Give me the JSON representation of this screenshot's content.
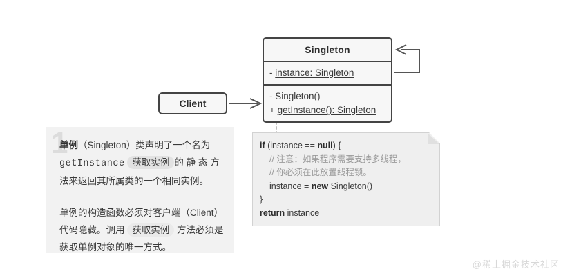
{
  "diagram": {
    "type": "uml-class-diagram",
    "title": "Singleton pattern structure",
    "background_color": "#ffffff",
    "stroke_color": "#444444"
  },
  "uml_class": {
    "name": "Singleton",
    "attributes": [
      {
        "visibility": "-",
        "text": "instance: Singleton",
        "static": true
      }
    ],
    "methods": [
      {
        "visibility": "-",
        "text": "Singleton()",
        "static": false
      },
      {
        "visibility": "+",
        "text": "getInstance(): Singleton",
        "static": true
      }
    ]
  },
  "client": {
    "label": "Client"
  },
  "relations": {
    "client_to_singleton": "association",
    "self_association": "self-reference-loop",
    "note_link": "dashed-note-link"
  },
  "code_note": {
    "lines": [
      {
        "indent": 0,
        "segments": [
          {
            "text": "if",
            "style": "kw"
          },
          {
            "text": " (instance == ",
            "style": "plain"
          },
          {
            "text": "null",
            "style": "kw"
          },
          {
            "text": ") {",
            "style": "plain"
          }
        ]
      },
      {
        "indent": 1,
        "segments": [
          {
            "text": "// 注意：如果程序需要支持多线程，",
            "style": "cmt"
          }
        ]
      },
      {
        "indent": 1,
        "segments": [
          {
            "text": "// 你必须在此放置线程锁。",
            "style": "cmt"
          }
        ]
      },
      {
        "indent": 1,
        "segments": [
          {
            "text": "instance = ",
            "style": "plain"
          },
          {
            "text": "new",
            "style": "kw"
          },
          {
            "text": " Singleton()",
            "style": "plain"
          }
        ]
      },
      {
        "indent": 0,
        "segments": [
          {
            "text": "}",
            "style": "plain"
          }
        ]
      },
      {
        "indent": 0,
        "segments": [
          {
            "text": "return",
            "style": "kw"
          },
          {
            "text": " instance",
            "style": "plain"
          }
        ]
      }
    ]
  },
  "explanation": {
    "number": "1",
    "paragraph1": {
      "part1_bold": "单例",
      "part2": "（Singleton）类声明了一个名为",
      "code_chip": "getInstance",
      "cn_chip": "获取实例",
      "part3": "的 静 态",
      "part4": "方法来返回其所属类的一个相同实例。"
    },
    "paragraph2": {
      "part1": "单例的构造函数必须对客户端（Client）",
      "part2": "代码隐藏。调用",
      "cn_chip": "获取实例",
      "part3": "方法必须",
      "part4": "是获取单例对象的唯一方式。"
    }
  },
  "watermark": {
    "text": "@稀土掘金技术社区"
  }
}
